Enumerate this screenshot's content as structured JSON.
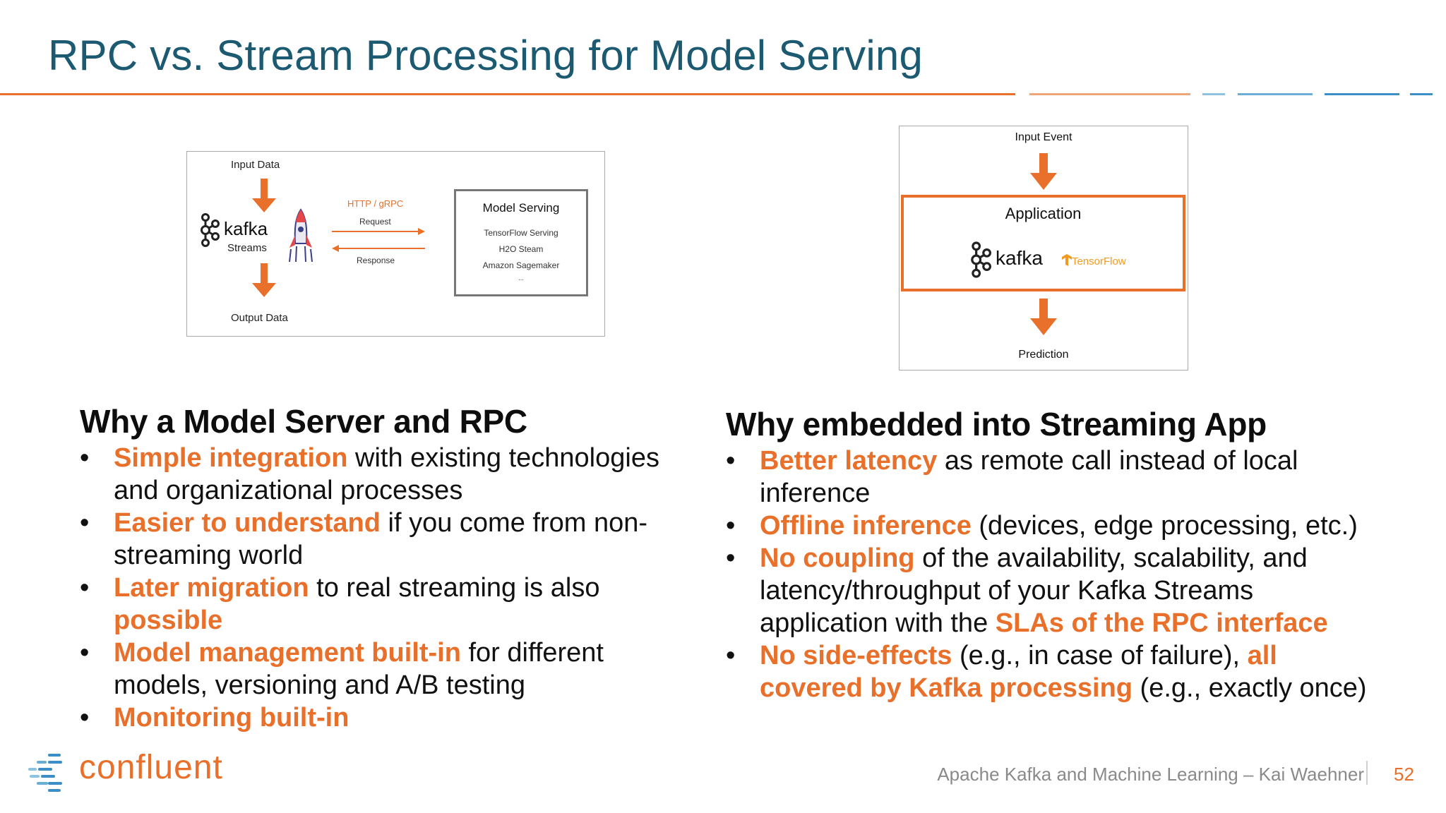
{
  "slide": {
    "title": "RPC vs. Stream Processing for Model Serving",
    "colors": {
      "title": "#1c5a72",
      "accent": "#e8702a",
      "rule_blue": "#3b8fc6"
    }
  },
  "left_diagram": {
    "input_label": "Input Data",
    "output_label": "Output Data",
    "kafka_label": "kafka",
    "streams_label": "Streams",
    "protocol_label": "HTTP / gRPC",
    "request_label": "Request",
    "response_label": "Response",
    "model_box": {
      "title": "Model Serving",
      "items": [
        "TensorFlow Serving",
        "H2O Steam",
        "Amazon Sagemaker",
        "..."
      ]
    },
    "icons": [
      "kafka-logo-icon",
      "rocket-icon",
      "arrow-down-icon",
      "arrow-right-icon",
      "arrow-left-icon"
    ]
  },
  "right_diagram": {
    "input_label": "Input Event",
    "app_label": "Application",
    "kafka_label": "kafka",
    "tensorflow_label": "TensorFlow",
    "prediction_label": "Prediction"
  },
  "left_column": {
    "heading": "Why a Model Server and RPC",
    "bullets": [
      {
        "hl": "Simple integration",
        "rest": " with existing technologies and organizational processes"
      },
      {
        "hl": "Easier to understand",
        "rest": " if you come from non-streaming world"
      },
      {
        "hl": "Later migration",
        "rest": " to real streaming is also ",
        "hl2": "possible"
      },
      {
        "hl": "Model management built-in",
        "rest": " for different models, versioning and A/B testing"
      },
      {
        "hl": "Monitoring built-in",
        "rest": ""
      }
    ]
  },
  "right_column": {
    "heading": "Why embedded into Streaming App",
    "bullets": [
      {
        "hl": "Better latency",
        "rest": " as remote call instead of local inference"
      },
      {
        "hl": "Offline inference",
        "rest": " (devices, edge processing, etc.)"
      },
      {
        "hl": "No coupling",
        "rest": " of the availability, scalability, and latency/throughput of your Kafka Streams application with the ",
        "hl2": "SLAs of the RPC interface"
      },
      {
        "hl": "No side-effects",
        "rest": " (e.g., in case of failure), ",
        "hl2": "all covered by Kafka processing",
        "rest2": " (e.g., exactly once)"
      }
    ],
    "bullet_char": "•"
  },
  "footer": {
    "logo_text": "confluent",
    "caption": "Apache Kafka and Machine Learning – Kai Waehner",
    "page_number": "52"
  }
}
